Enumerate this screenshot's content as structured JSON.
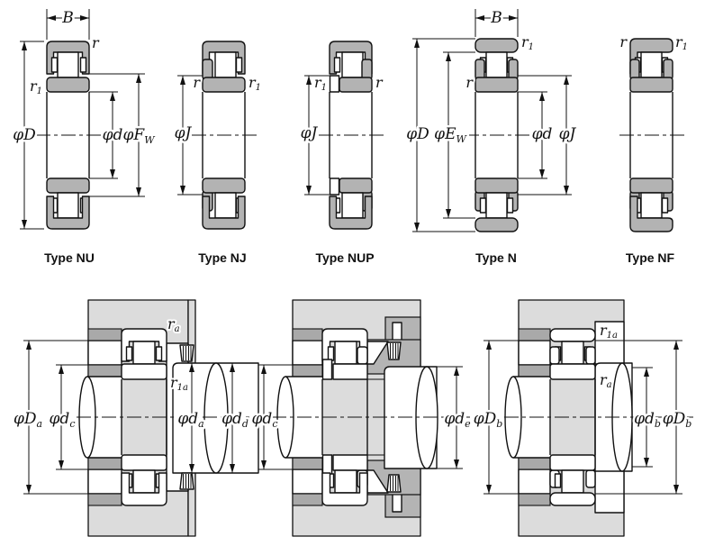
{
  "figure": {
    "kind": "cylindrical-roller-bearing-types-and-mounting-diagram",
    "top_row_types": [
      "Type NU",
      "Type NJ",
      "Type NUP",
      "Type N",
      "Type NF"
    ]
  },
  "top": {
    "nu": {
      "type": "Type NU",
      "b": {
        "m": "B"
      },
      "r": {
        "m": "r"
      },
      "r1": {
        "m": "r",
        "s": "1"
      },
      "D": {
        "m": "φD"
      },
      "d": {
        "m": "φd"
      },
      "Fw": {
        "m": "φF",
        "s": "W"
      }
    },
    "nj": {
      "type": "Type NJ",
      "r": {
        "m": "r"
      },
      "r1": {
        "m": "r",
        "s": "1"
      },
      "J": {
        "m": "φJ"
      }
    },
    "nup": {
      "type": "Type NUP",
      "r1": {
        "m": "r",
        "s": "1"
      },
      "r": {
        "m": "r"
      },
      "J": {
        "m": "φJ"
      }
    },
    "n": {
      "type": "Type N",
      "b": {
        "m": "B"
      },
      "r1": {
        "m": "r",
        "s": "1"
      },
      "r": {
        "m": "r"
      },
      "D": {
        "m": "φD"
      },
      "Ew": {
        "m": "φE",
        "s": "W"
      },
      "d": {
        "m": "φd"
      },
      "J": {
        "m": "φJ"
      }
    },
    "nf": {
      "type": "Type NF",
      "r": {
        "m": "r"
      },
      "r1": {
        "m": "r",
        "s": "1"
      }
    }
  },
  "bottom": {
    "d1": {
      "ra": {
        "m": "r",
        "s": "a"
      },
      "r1a": {
        "m": "r",
        "s": "1a"
      },
      "Da": {
        "m": "φD",
        "s": "a"
      },
      "dc": {
        "m": "φd",
        "s": "c"
      },
      "da": {
        "m": "φd",
        "s": "a"
      },
      "dd": {
        "m": "φd",
        "s": "d"
      }
    },
    "d2": {
      "dc": {
        "m": "φd",
        "s": "c"
      },
      "de": {
        "m": "φd",
        "s": "e"
      }
    },
    "d3": {
      "DbL": {
        "m": "φD",
        "s": "b"
      },
      "r1a": {
        "m": "r",
        "s": "1a"
      },
      "ra": {
        "m": "r",
        "s": "a"
      },
      "db": {
        "m": "φd",
        "s": "b"
      },
      "DbR": {
        "m": "φD",
        "s": "b"
      }
    }
  },
  "colors": {
    "ring_gray": "#b3b3b3",
    "housing_gray": "#dcdcdc",
    "spacer_gray": "#a9a9a9",
    "cover_gray": "#b4b4b4",
    "line": "#111111",
    "background": "#ffffff"
  }
}
